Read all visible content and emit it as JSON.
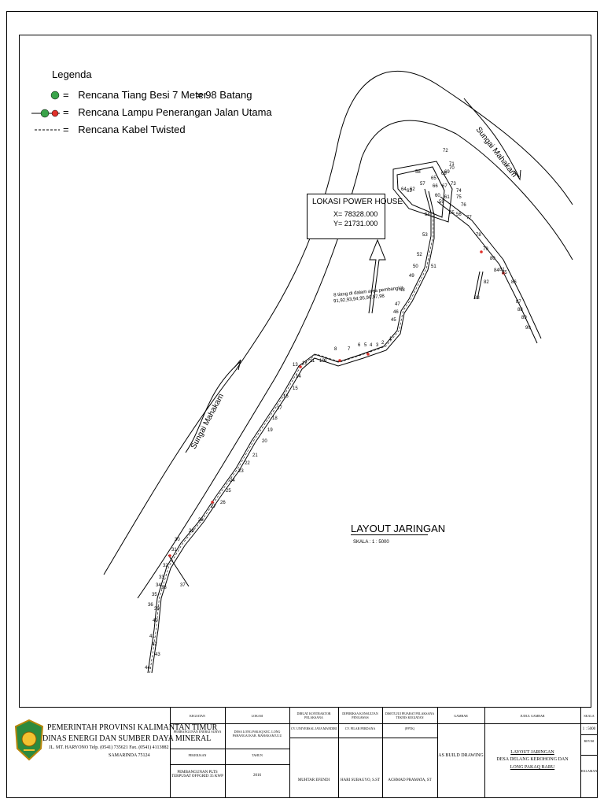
{
  "legend": {
    "title": "Legenda",
    "items": [
      {
        "eq": "=",
        "label": "Rencana Tiang Besi 7 Meter",
        "extra": "= 98 Batang"
      },
      {
        "eq": "=",
        "label": "Rencana Lampu Penerangan Jalan Utama",
        "extra": ""
      },
      {
        "eq": "=",
        "label": "Rencana Kabel Twisted",
        "extra": ""
      }
    ],
    "colors": {
      "pole": "#3aa34a",
      "lamp": "#e0302a"
    }
  },
  "power_house": {
    "title": "LOKASI POWER HOUSE",
    "x": "X= 78328.000",
    "y": "Y= 21731.000"
  },
  "note": {
    "line1": "8 tiang di dalam area pembangkit",
    "line2": "91,92,93,94,95,96,97,98"
  },
  "river": {
    "label_lower": "Sungai Mahakam",
    "label_upper": "Sungai Mahakam"
  },
  "layout": {
    "title": "LAYOUT JARINGAN",
    "scale": "SKALA : 1 : 5000"
  },
  "pole_labels": [
    "1",
    "2",
    "3",
    "4",
    "5",
    "6",
    "7",
    "8",
    "9",
    "10",
    "11",
    "12",
    "13",
    "14",
    "15",
    "16",
    "17",
    "18",
    "19",
    "20",
    "21",
    "22",
    "23",
    "24",
    "25",
    "26",
    "27",
    "28",
    "29",
    "30",
    "31",
    "32",
    "33",
    "34",
    "35",
    "36",
    "37",
    "38",
    "39",
    "40",
    "41",
    "42",
    "43",
    "44",
    "45",
    "46",
    "47",
    "48",
    "49",
    "50",
    "51",
    "52",
    "53",
    "54",
    "55",
    "56",
    "57",
    "58",
    "59",
    "60",
    "61",
    "62",
    "63",
    "64",
    "65",
    "66",
    "67",
    "68",
    "69",
    "70",
    "71",
    "72",
    "73",
    "74",
    "75",
    "76",
    "77",
    "78",
    "79",
    "80",
    "81",
    "82",
    "83",
    "84",
    "85",
    "86",
    "87",
    "88",
    "89",
    "90"
  ],
  "titleblock": {
    "gov_line1": "PEMERINTAH PROVINSI KALIMANTAN TIMUR",
    "gov_line2": "DINAS ENERGI DAN SUMBER DAYA MINERAL",
    "gov_address": "JL. MT. HARYONO Telp. (0541) 735621 Fax. (0541) 4113882",
    "gov_city": "SAMARINDA 75124",
    "col_kegiatan": "KEGIATAN",
    "kegiatan_val": "PEMBANGUNAN PLTS TERPUSAT OFFGRID 35 KWP",
    "col_lokasi": "LOKASI",
    "lokasi_val": "DESA LONG PAKAQ KEC. LONG PAHANGAI KAB. MAHAKAM ULU",
    "pekerjaan": "PEKERJAAN",
    "tahun": "TAHUN",
    "tahun_val": "2016",
    "program": "PEMBANGUNAN ENERGI SURYA",
    "col_diketahui": "DIBUAT KONTRAKTOR PELAKSANA",
    "diketahui_org": "CV. UNIVERSAL JAYA MANDIRI",
    "diketahui_name": "MUHTAR EFENDI",
    "col_diperiksa": "DIPERIKSA KONSULTAN PENGAWAS",
    "diperiksa_org": "CV. PILAR PERDANA",
    "diperiksa_name": "HARI SUBAGYO, S.ST",
    "col_disetujui": "DISETUJUI PEJABAT PELAKSANA TEKNIS KEGIATAN",
    "disetujui_org": "(PPTK)",
    "disetujui_name": "ACHMAD PRAMATA, ST",
    "col_gambar": "GAMBAR",
    "gambar_val": "AS BUILD DRAWING",
    "col_judul": "JUDUL GAMBAR",
    "judul_line1": "LAYOUT JARINGAN",
    "judul_line2": "DESA DELANG KEROHONG DAN",
    "judul_line3": "LONG PAKAQ BARU",
    "col_skala": "SKALA",
    "skala_val": "1 : 5000",
    "col_revisi": "REVISI",
    "col_halaman": "HALAMAN"
  }
}
